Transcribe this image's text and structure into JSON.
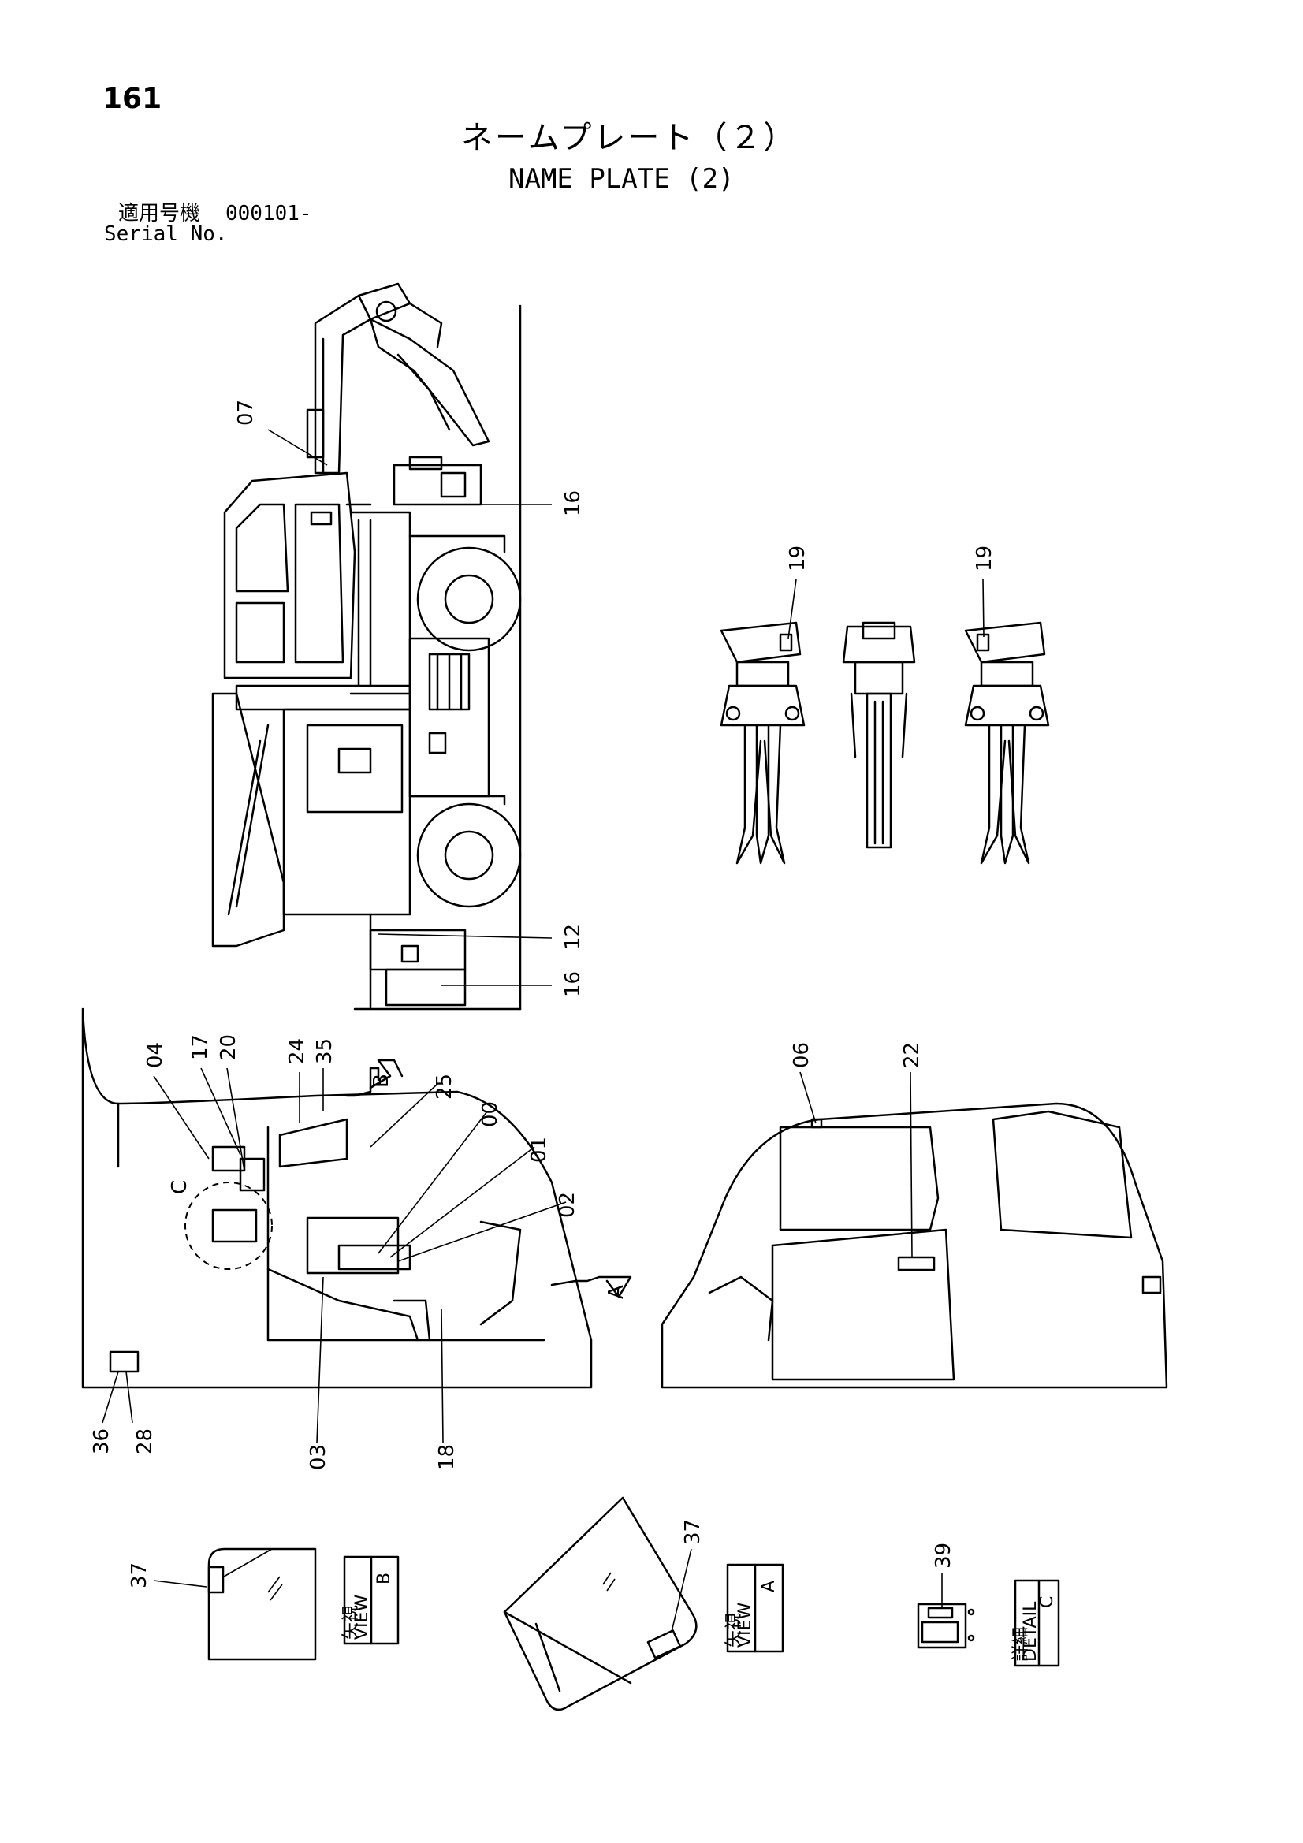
{
  "page_number": "161",
  "title_jp": "ネームプレート（２）",
  "title_en": "NAME PLATE (2)",
  "serial": {
    "label_jp": "適用号機",
    "number": "000101-",
    "label_en": "Serial No."
  },
  "callouts": {
    "c07": "07",
    "c16a": "16",
    "c16b": "16",
    "c12": "12",
    "c19a": "19",
    "c19b": "19",
    "c04": "04",
    "c17": "17",
    "c20": "20",
    "c24": "24",
    "c35": "35",
    "c25": "25",
    "c00": "00",
    "c01": "01",
    "c02": "02",
    "c36": "36",
    "c28": "28",
    "c03": "03",
    "c18": "18",
    "c06": "06",
    "c22": "22",
    "c37a": "37",
    "c37b": "37",
    "c39": "39"
  },
  "view_markers": {
    "b": "B",
    "a": "A",
    "c": "C"
  },
  "view_boxes": {
    "view_b": {
      "jp": "矢視",
      "en": "VIEW",
      "letter": "B"
    },
    "view_a": {
      "jp": "矢視",
      "en": "VIEW",
      "letter": "A"
    },
    "detail_c": {
      "jp": "詳細",
      "en": "DETAIL",
      "letter": "C"
    }
  }
}
